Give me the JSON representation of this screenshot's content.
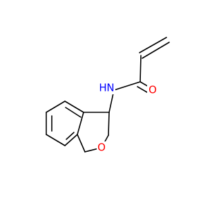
{
  "atoms": {
    "nitrogen": {
      "symbol": "N",
      "hydrogen_label": "H",
      "color": "#0000FF"
    },
    "carbonyl_oxygen": {
      "symbol": "O",
      "color": "#FF0000"
    },
    "ring_oxygen": {
      "symbol": "O",
      "color": "#FF0000"
    }
  },
  "colors": {
    "bond": "#000000",
    "background": "#ffffff"
  }
}
